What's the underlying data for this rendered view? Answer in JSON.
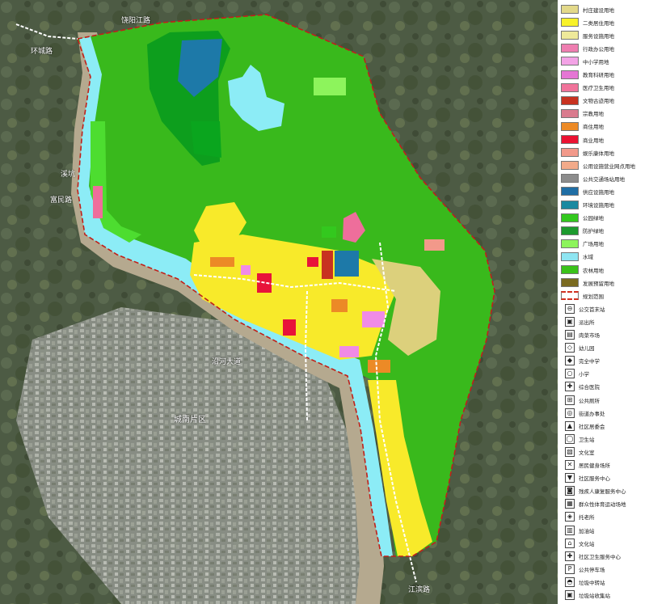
{
  "map": {
    "labels": {
      "main_district": "城南片区",
      "road_north": "饶阳江路",
      "road_northwest": "环城路",
      "road_south": "江滨路",
      "road_center": "沿河大道",
      "place_west": "溪坑",
      "road_west": "富民路"
    },
    "colors": {
      "ecological": "#39b91c",
      "residential": "#f8ea2a",
      "village": "#dcd07c",
      "water": "#8cecf6",
      "forest": "#0d9e1d",
      "commercial": "#e8143a",
      "admin": "#ee6e9b",
      "education": "#f08be6",
      "utility": "#1d79a8",
      "boundary": "#c0201a"
    }
  },
  "legend": {
    "color_items": [
      {
        "label": "村庄建设用地",
        "color": "#e3d98a"
      },
      {
        "label": "二类居住用地",
        "color": "#f8f229"
      },
      {
        "label": "服务设施用地",
        "color": "#eee99a"
      },
      {
        "label": "行政办公用地",
        "color": "#ee7eb0"
      },
      {
        "label": "中小学用地",
        "color": "#f3a3e6"
      },
      {
        "label": "教育科研用地",
        "color": "#e576d4"
      },
      {
        "label": "医疗卫生用地",
        "color": "#f0739a"
      },
      {
        "label": "文物古迹用地",
        "color": "#c83220"
      },
      {
        "label": "宗教用地",
        "color": "#d97b8e"
      },
      {
        "label": "商住用地",
        "color": "#ec8a26"
      },
      {
        "label": "商业用地",
        "color": "#ea1232"
      },
      {
        "label": "娱乐康体用地",
        "color": "#f2998a"
      },
      {
        "label": "公用设施营业网点用地",
        "color": "#f2aa8a"
      },
      {
        "label": "公共交通场站用地",
        "color": "#8c8c8c"
      },
      {
        "label": "供应设施用地",
        "color": "#1f6ea5"
      },
      {
        "label": "环境设施用地",
        "color": "#1a89a0"
      },
      {
        "label": "公园绿地",
        "color": "#33c81e"
      },
      {
        "label": "防护绿地",
        "color": "#1d9a2e"
      },
      {
        "label": "广场用地",
        "color": "#8df45c"
      },
      {
        "label": "水域",
        "color": "#8fe5f2"
      },
      {
        "label": "农林用地",
        "color": "#3ac21a"
      },
      {
        "label": "发展预留用地",
        "color": "#7a6a20"
      },
      {
        "label": "规划范围",
        "color": "#d23020"
      }
    ],
    "icon_items": [
      {
        "label": "公交首末站",
        "icon": "bus-terminal-icon",
        "glyph": "⊖"
      },
      {
        "label": "派出所",
        "icon": "police-station-icon",
        "glyph": "▣"
      },
      {
        "label": "肉菜市场",
        "icon": "market-icon",
        "glyph": "▤"
      },
      {
        "label": "幼儿园",
        "icon": "kindergarten-icon",
        "glyph": "◇"
      },
      {
        "label": "完全中学",
        "icon": "middle-school-icon",
        "glyph": "◆"
      },
      {
        "label": "小学",
        "icon": "primary-school-icon",
        "glyph": "○"
      },
      {
        "label": "综合医院",
        "icon": "hospital-icon",
        "glyph": "✚"
      },
      {
        "label": "公共厕所",
        "icon": "toilet-icon",
        "glyph": "⊞"
      },
      {
        "label": "街道办事处",
        "icon": "sub-district-office-icon",
        "glyph": "◎"
      },
      {
        "label": "社区居委会",
        "icon": "community-committee-icon",
        "glyph": "▲"
      },
      {
        "label": "卫生站",
        "icon": "health-station-icon",
        "glyph": "◯"
      },
      {
        "label": "文化室",
        "icon": "culture-room-icon",
        "glyph": "▧"
      },
      {
        "label": "居民健身场所",
        "icon": "fitness-icon",
        "glyph": "✕"
      },
      {
        "label": "社区服务中心",
        "icon": "community-service-icon",
        "glyph": "▼"
      },
      {
        "label": "残疾人康复服务中心",
        "icon": "rehab-center-icon",
        "glyph": "◙"
      },
      {
        "label": "群众性体育运动场地",
        "icon": "sports-field-icon",
        "glyph": "▦"
      },
      {
        "label": "托老所",
        "icon": "elderly-care-icon",
        "glyph": "◈"
      },
      {
        "label": "加油站",
        "icon": "gas-station-icon",
        "glyph": "▥"
      },
      {
        "label": "文化站",
        "icon": "culture-station-icon",
        "glyph": "⌂"
      },
      {
        "label": "社区卫生服务中心",
        "icon": "community-clinic-icon",
        "glyph": "✚"
      },
      {
        "label": "公共停车场",
        "icon": "parking-icon",
        "glyph": "P"
      },
      {
        "label": "垃圾中转站",
        "icon": "garbage-transfer-icon",
        "glyph": "◓"
      },
      {
        "label": "垃圾站收集站",
        "icon": "garbage-collection-icon",
        "glyph": "▣"
      }
    ]
  }
}
